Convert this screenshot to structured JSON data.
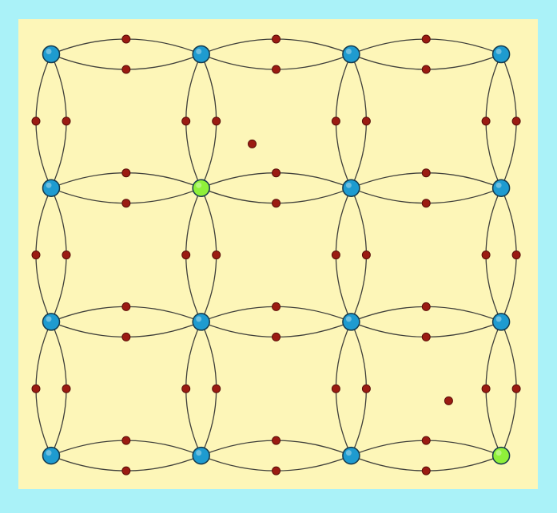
{
  "colors": {
    "border": "#aaf2f8",
    "background": "#fdf6b8",
    "edge": "#3f3f3a",
    "vertex_default": "#1e9bd0",
    "vertex_selected": "#8ff03a",
    "vertex_stroke": "#14384a",
    "midpoint": "#9b1b12",
    "midpoint_stroke": "#5a0d08"
  },
  "grid": {
    "columns": 4,
    "rows": 4
  },
  "vertices": [
    {
      "col": 0,
      "row": 0,
      "state": "default"
    },
    {
      "col": 1,
      "row": 0,
      "state": "default"
    },
    {
      "col": 2,
      "row": 0,
      "state": "default"
    },
    {
      "col": 3,
      "row": 0,
      "state": "default"
    },
    {
      "col": 0,
      "row": 1,
      "state": "default"
    },
    {
      "col": 1,
      "row": 1,
      "state": "selected"
    },
    {
      "col": 2,
      "row": 1,
      "state": "default"
    },
    {
      "col": 3,
      "row": 1,
      "state": "default"
    },
    {
      "col": 0,
      "row": 2,
      "state": "default"
    },
    {
      "col": 1,
      "row": 2,
      "state": "default"
    },
    {
      "col": 2,
      "row": 2,
      "state": "default"
    },
    {
      "col": 3,
      "row": 2,
      "state": "default"
    },
    {
      "col": 0,
      "row": 3,
      "state": "default"
    },
    {
      "col": 1,
      "row": 3,
      "state": "default"
    },
    {
      "col": 2,
      "row": 3,
      "state": "default"
    },
    {
      "col": 3,
      "row": 3,
      "state": "selected"
    }
  ],
  "loose_points": [
    {
      "col": 1.34,
      "row": 0.67
    },
    {
      "col": 2.65,
      "row": 2.59
    }
  ],
  "edge_style": "double-curved"
}
